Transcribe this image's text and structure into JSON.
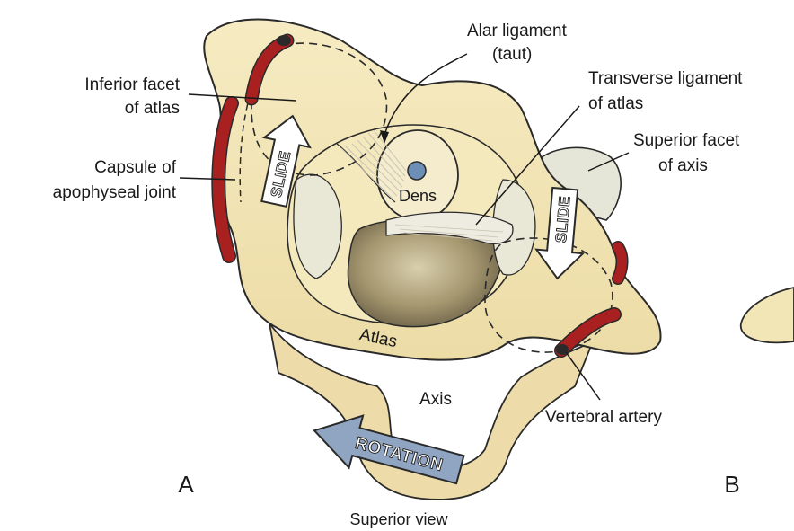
{
  "labels": {
    "inferior_facet_l1": "Inferior facet",
    "inferior_facet_l2": "of atlas",
    "capsule_l1": "Capsule of",
    "capsule_l2": "apophyseal joint",
    "alar_l1": "Alar ligament",
    "alar_l2": "(taut)",
    "transverse_l1": "Transverse ligament",
    "transverse_l2": "of atlas",
    "superior_facet_l1": "Superior facet",
    "superior_facet_l2": "of axis",
    "dens": "Dens",
    "atlas": "Atlas",
    "axis": "Axis",
    "vertebral_artery": "Vertebral artery",
    "panel_a": "A",
    "panel_b": "B",
    "view": "Superior view"
  },
  "arrows": {
    "slide_left": "SLIDE",
    "slide_right": "SLIDE",
    "rotation": "ROTATION"
  },
  "colors": {
    "bone": "#f2e6b7",
    "bone_shadow": "#e2cf96",
    "bone_outline": "#2a2a2a",
    "artery": "#9b1c1c",
    "ligament": "#ebe7dc",
    "canal": "#a89a75",
    "dens_dot": "#6d8fb5",
    "arrow_fill": "#8fa5c2"
  }
}
